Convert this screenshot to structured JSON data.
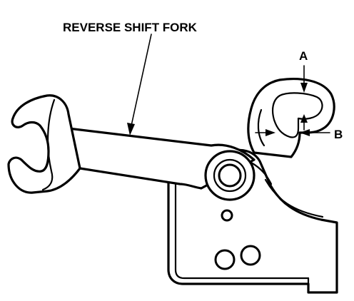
{
  "callouts": {
    "part_label": "REVERSE SHIFT FORK",
    "gap_a": "A",
    "gap_b": "B"
  },
  "colors": {
    "ink": "#000000",
    "paper": "#ffffff"
  }
}
